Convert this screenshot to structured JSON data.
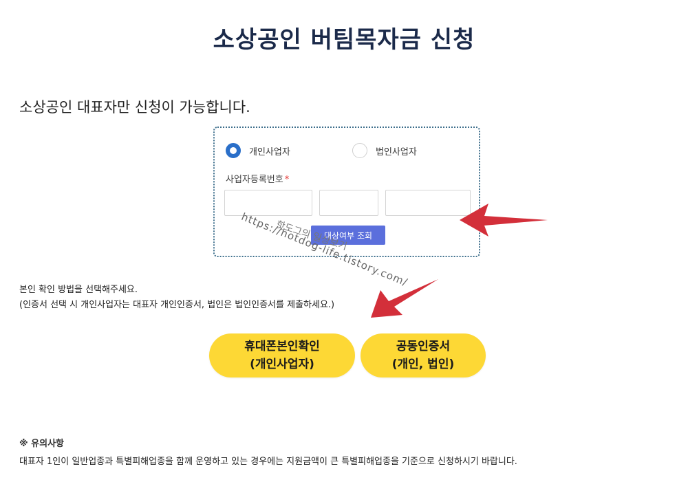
{
  "page": {
    "title": "소상공인 버팀목자금 신청",
    "subtitle": "소상공인 대표자만 신청이 가능합니다."
  },
  "form": {
    "business_type_options": [
      {
        "label": "개인사업자",
        "selected": true
      },
      {
        "label": "법인사업자",
        "selected": false
      }
    ],
    "registration_label": "사업자등록번호",
    "required_mark": "*",
    "registration_parts": [
      "",
      "",
      ""
    ],
    "lookup_button_label": "대상여부 조회"
  },
  "instructions": {
    "line1": "본인 확인 방법을 선택해주세요.",
    "line2": "(인증서 선택 시 개인사업자는 대표자 개인인증서, 법인은 법인인증서를 제출하세요.)"
  },
  "auth_buttons": {
    "phone": {
      "line1": "휴대폰본인확인",
      "line2": "(개인사업자)"
    },
    "certificate": {
      "line1": "공동인증서",
      "line2": "(개인, 법인)"
    }
  },
  "notice": {
    "title": "※ 유의사항",
    "text": "대표자 1인이 일반업종과 특별피해업종을 함께 운영하고 있는 경우에는 지원금액이 큰 특별피해업종을 기준으로 신청하시기 바랍니다."
  },
  "watermark": {
    "line1": "핫도그의 일상보기",
    "line2": "https://hotdog-life.tistory.com/"
  },
  "colors": {
    "title": "#1b2a4a",
    "radio_selected": "#2a6fc9",
    "lookup_button": "#5b6fdc",
    "auth_button": "#fdd835",
    "annotation_arrow": "#d32f3a",
    "required_mark": "#e53935"
  }
}
